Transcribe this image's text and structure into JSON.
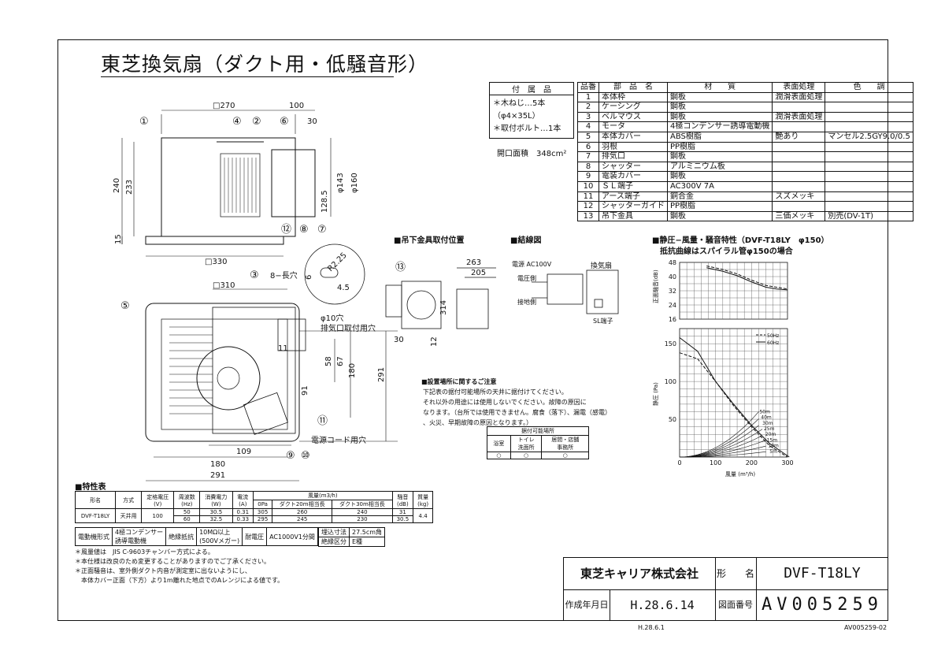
{
  "title": "東芝換気扇（ダクト用・低騒音形）",
  "accessories": {
    "header": "付　属　品",
    "lines": [
      "＊木ねじ…5本",
      "（φ4×35L）",
      "＊取付ボルト…1本"
    ],
    "opening_area": "開口面積　348cm²"
  },
  "parts_table": {
    "headers": [
      "品番",
      "部　品　名",
      "材　　質",
      "表面処理",
      "色　　調"
    ],
    "rows": [
      [
        "1",
        "本体枠",
        "鋼板",
        "潤滑表面処理",
        ""
      ],
      [
        "2",
        "ケーシング",
        "鋼板",
        "",
        ""
      ],
      [
        "3",
        "ベルマウス",
        "鋼板",
        "潤滑表面処理",
        ""
      ],
      [
        "4",
        "モータ",
        "4極コンデンサー誘導電動機",
        "",
        ""
      ],
      [
        "5",
        "本体カバー",
        "ABS樹脂",
        "艶あり",
        "マンセル2.5GY9.0/0.5"
      ],
      [
        "6",
        "羽根",
        "PP樹脂",
        "",
        ""
      ],
      [
        "7",
        "排気口",
        "鋼板",
        "",
        ""
      ],
      [
        "8",
        "シャッター",
        "アルミニウム板",
        "",
        ""
      ],
      [
        "9",
        "電装カバー",
        "鋼板",
        "",
        ""
      ],
      [
        "10",
        "ＳＬ端子",
        "AC300V 7A",
        "",
        ""
      ],
      [
        "11",
        "アース端子",
        "銅合金",
        "スズメッキ",
        ""
      ],
      [
        "12",
        "シャッターガイド",
        "PP樹脂",
        "",
        ""
      ],
      [
        "13",
        "吊下金具",
        "鋼板",
        "三価メッキ",
        "別売(DV-1T)"
      ]
    ]
  },
  "drawing": {
    "side_dims": [
      "□270",
      "100",
      "30",
      "240",
      "233",
      "15",
      "φ143",
      "φ160",
      "128.5",
      "□330"
    ],
    "side_markers": [
      "①",
      "④",
      "②",
      "⑥",
      "⑫",
      "⑧",
      "⑦"
    ],
    "plan_dims": [
      "□310",
      "8−長穴",
      "φ10穴",
      "排気口取付用穴",
      "11",
      "58",
      "67",
      "180",
      "291",
      "91",
      "109",
      "180",
      "291",
      "電源コード用穴"
    ],
    "plan_markers": [
      "⑤",
      "③",
      "⑪",
      "⑨",
      "⑩"
    ],
    "detail_dims": [
      "R2.25",
      "6",
      "4.5"
    ]
  },
  "hanger": {
    "title": "■吊下金具取付位置",
    "marker": "⑬",
    "dims": [
      "263",
      "205",
      "314",
      "30",
      "12"
    ]
  },
  "wiring": {
    "title": "■結線図",
    "power": "電源 AC100V",
    "fan": "換気扇",
    "hot": "電圧側",
    "ground": "接地側",
    "terminal": "SL端子"
  },
  "install": {
    "title": "■設置場所に関するご注意",
    "lines": [
      "下記表の据付可能場所の天井に据付けてください。",
      "それ以外の用途には使用しないでください。故障の原因に",
      "なります。（台所では使用できません。腐食（落下）、漏電（感電）",
      "、火災、早期故障の原因となります。）"
    ],
    "table_title": "据付可能場所",
    "cols": [
      "浴室",
      "トイレ\n洗面所",
      "居間・店舗\n事務所"
    ],
    "vals": [
      "○",
      "○",
      "○"
    ]
  },
  "chart_data": {
    "type": "line",
    "title": "■静圧−風量・騒音特性（DVF-T18LY　φ150）",
    "subtitle": "抵抗曲線はスパイラル管φ150の場合",
    "noise": {
      "ylabel": "正面騒音(dB)",
      "ylim": [
        16,
        48
      ],
      "yticks": [
        16,
        24,
        32,
        40,
        48
      ],
      "series": [
        {
          "style": "dashed",
          "x": [
            75,
            120,
            160,
            200,
            240,
            270,
            300
          ],
          "y": [
            46,
            44,
            41.5,
            38,
            35,
            34,
            33
          ]
        },
        {
          "style": "solid",
          "x": [
            75,
            120,
            160,
            200,
            240,
            270,
            300
          ],
          "y": [
            45,
            43,
            40.5,
            37,
            34,
            33,
            32.5
          ]
        }
      ]
    },
    "pressure": {
      "ylabel": "静圧 (Pa)",
      "xlabel": "風量 (m³/h)",
      "xlim": [
        0,
        300
      ],
      "xticks": [
        0,
        100,
        200,
        300
      ],
      "ylim": [
        0,
        170
      ],
      "yticks": [
        50,
        100,
        150
      ],
      "series": [
        {
          "name": "50Hz",
          "style": "dashed",
          "x": [
            0,
            50,
            100,
            150,
            200,
            250,
            300
          ],
          "y": [
            138,
            130,
            100,
            68,
            40,
            15,
            0
          ]
        },
        {
          "name": "60Hz",
          "style": "solid",
          "x": [
            0,
            50,
            100,
            150,
            200,
            250,
            305
          ],
          "y": [
            158,
            140,
            100,
            70,
            42,
            18,
            0
          ]
        }
      ],
      "resistance_curves": [
        "50m",
        "40m",
        "30m",
        "25m",
        "20m",
        "15m",
        "10m",
        "5m"
      ]
    }
  },
  "specs": {
    "title": "■特性表",
    "head1": [
      "形名",
      "方式",
      "定格電圧\n(V)",
      "周波数\n(Hz)",
      "消費電力\n(W)",
      "電流\n(A)",
      "風量(m3/h)",
      "騒音\n(dB)",
      "質量\n(kg)"
    ],
    "airflow_sub": [
      "0Pa",
      "ダクト20m相当長",
      "ダクト30m相当長"
    ],
    "model": "DVF-T18LY",
    "method": "天井用",
    "voltage": "100",
    "rows": [
      [
        "50",
        "30.5",
        "0.31",
        "305",
        "260",
        "240",
        "31"
      ],
      [
        "60",
        "32.5",
        "0.33",
        "295",
        "245",
        "230",
        "30.5"
      ]
    ],
    "mass": "4.4"
  },
  "motor": {
    "cells": [
      "電動機形式",
      "4極コンデンサー\n誘導電動機",
      "絶縁抵抗",
      "10MΩ以上\n(500Vメガー)",
      "耐電圧",
      "AC1000V1分間"
    ],
    "cells2": [
      "埋込寸法",
      "27.5cm角",
      "絶縁区分",
      "E種"
    ]
  },
  "notes": [
    "＊風量値は　JIS C-9603チャンバー方式による。",
    "＊本仕様は改良のため変更することがありますのでご了承ください。",
    "＊正面騒音は、室外側ダクト内音が測定室に出ないようにし、",
    "　本体カバー正面（下方）より1m離れた地点でのAレンジによる値です。"
  ],
  "titleblock": {
    "company": "東芝キャリア株式会社",
    "model_label": "形　　名",
    "model": "DVF-T18LY",
    "date_label": "作成年月日",
    "date": "H.28.6.14",
    "drawing_label": "図面番号",
    "drawing_no": "AV005259"
  },
  "footer": {
    "date": "H.28.6.1",
    "code": "AV005259-02"
  }
}
